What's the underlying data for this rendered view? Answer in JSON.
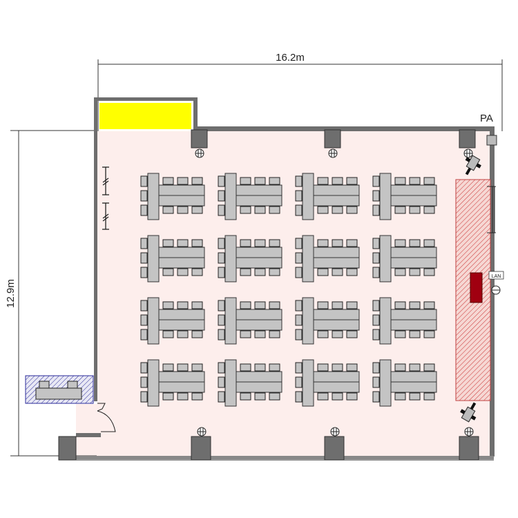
{
  "dimensions": {
    "width_label": "16.2m",
    "height_label": "12.9m"
  },
  "labels": {
    "pa": "PA",
    "lan": "LAN"
  },
  "layout": {
    "table_group_rows": 4,
    "table_group_cols": 4
  },
  "colors": {
    "floor": "#fdeeec",
    "wall": "#6e6e6e",
    "pillar": "#6e6e6e",
    "table": "#c4c4c4",
    "yellow_area": "#ffff00",
    "stage_hatch": "#d04848",
    "podium": "#a00010",
    "reception_hatch": "#2a2a9a"
  }
}
